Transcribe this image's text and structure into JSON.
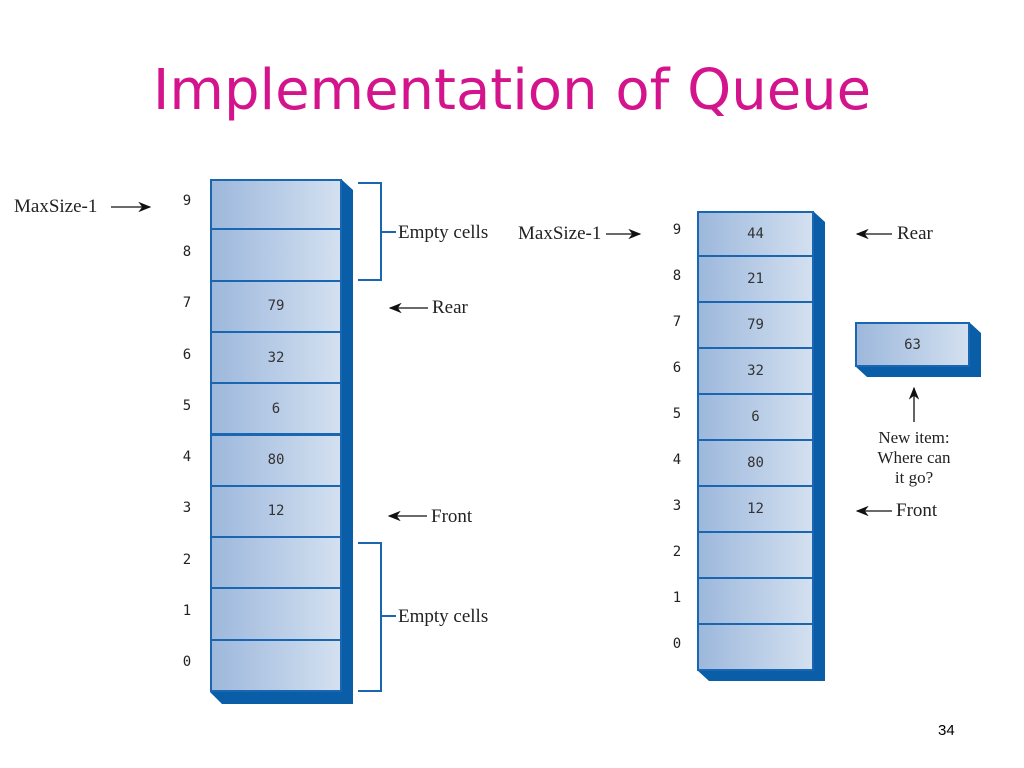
{
  "slide": {
    "title": "Implementation of Queue",
    "page_number": "34",
    "title_color": "#d4148c",
    "cell_border_color": "#1a66b0",
    "shadow_color": "#0a5ea8"
  },
  "left_array": {
    "maxsize_label": "MaxSize-1",
    "indices": [
      "9",
      "8",
      "7",
      "6",
      "5",
      "4",
      "3",
      "2",
      "1",
      "0"
    ],
    "values": [
      "",
      "",
      "79",
      "32",
      "6",
      "80",
      "12",
      "",
      "",
      ""
    ],
    "rear_label": "Rear",
    "rear_index": 7,
    "front_label": "Front",
    "front_index": 3,
    "empty_top_label": "Empty cells",
    "empty_bottom_label": "Empty cells"
  },
  "right_array": {
    "maxsize_label": "MaxSize-1",
    "indices": [
      "9",
      "8",
      "7",
      "6",
      "5",
      "4",
      "3",
      "2",
      "1",
      "0"
    ],
    "values": [
      "44",
      "21",
      "79",
      "32",
      "6",
      "80",
      "12",
      "",
      "",
      ""
    ],
    "rear_label": "Rear",
    "rear_index": 9,
    "front_label": "Front",
    "front_index": 3,
    "new_item_value": "63",
    "new_item_caption": [
      "New item:",
      "Where can",
      "it go?"
    ]
  }
}
